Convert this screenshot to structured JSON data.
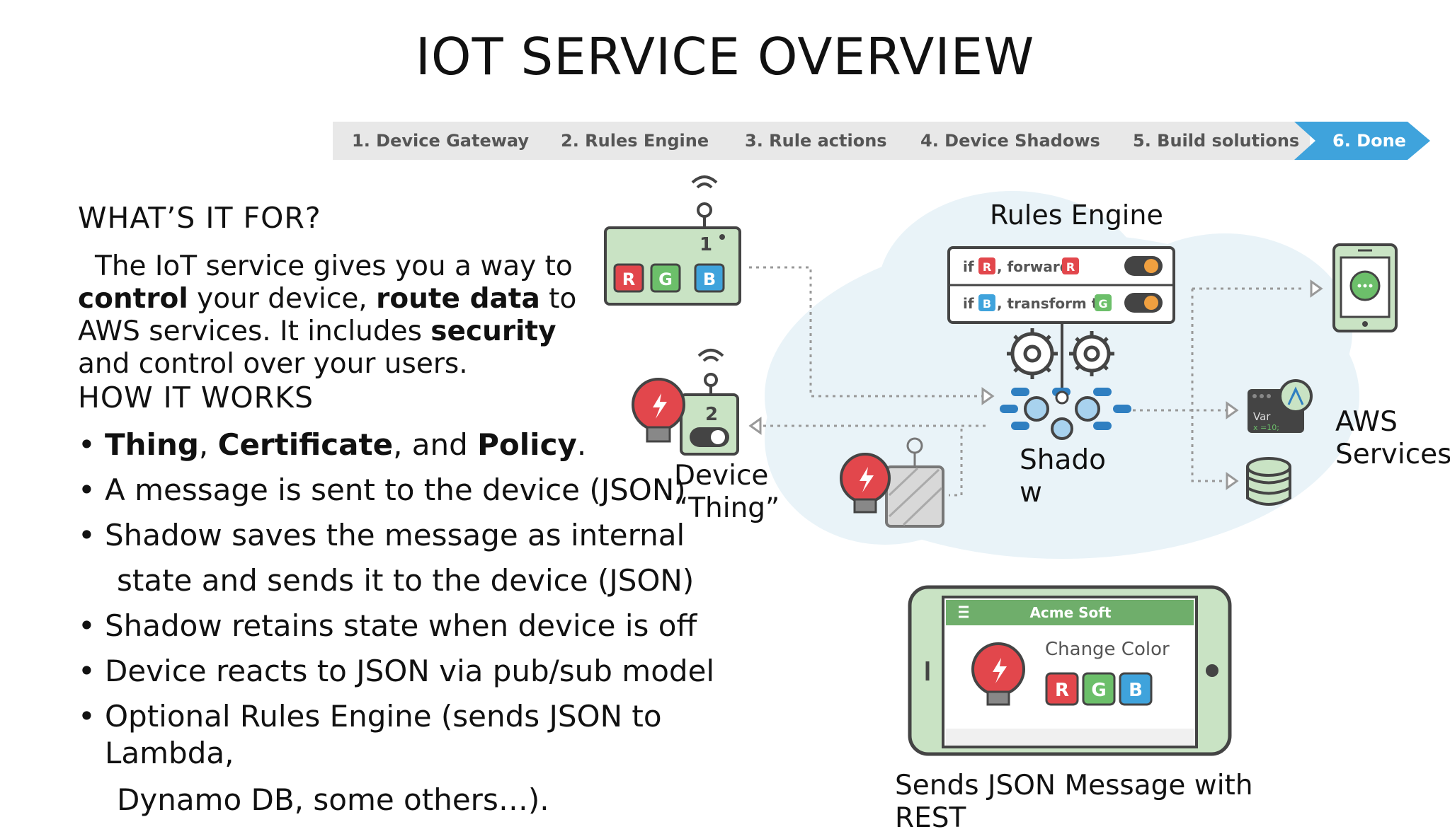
{
  "slide": {
    "title": "IOT SERVICE OVERVIEW"
  },
  "steps": [
    {
      "label": "1. Device Gateway"
    },
    {
      "label": "2. Rules Engine"
    },
    {
      "label": "3. Rule actions"
    },
    {
      "label": "4. Device Shadows"
    },
    {
      "label": "5. Build solutions"
    },
    {
      "label": "6. Done"
    }
  ],
  "left": {
    "what_heading": "WHAT’S IT FOR?",
    "para": {
      "l1": "The IoT service gives you a way to",
      "l2_b1": "control",
      "l2_t1": " your device, ",
      "l2_b2": "route data",
      "l2_t2": " to",
      "l3_t1": "AWS services.  It includes ",
      "l3_b1": "security",
      "l4": "and control over your users."
    },
    "how_heading": "HOW IT WORKS",
    "bullet1": {
      "b1": "Thing",
      "t1": ", ",
      "b2": "Certificate",
      "t2": ", and ",
      "b3": "Policy",
      "t3": "."
    },
    "bullet2": "A message is sent to the device (JSON)",
    "bullet3": "Shadow saves the message as internal",
    "bullet3_cont": "state and sends it to the device (JSON)",
    "bullet4": "Shadow retains state when device is off",
    "bullet5": "Device reacts to JSON via pub/sub model",
    "bullet6": "Optional Rules Engine (sends JSON to",
    "bullet6_cont1": "Lambda,",
    "bullet6_cont2": "Dynamo DB, some others…)."
  },
  "diagram": {
    "rules_engine_label": "Rules Engine",
    "rule1": {
      "if": "if",
      "tag": "R",
      "text": ", forward",
      "tag2": "R"
    },
    "rule2": {
      "if": "if",
      "tag": "B",
      "text": ", transform to",
      "tag2": "G"
    },
    "device1_num": "1",
    "device2_num": "2",
    "device_tags": [
      "R",
      "G",
      "B"
    ],
    "device_thing_l1": "Device",
    "device_thing_l2": "“Thing”",
    "shadow_l1": "Shado",
    "shadow_l2": "w",
    "aws_l1": "AWS",
    "aws_l2": "Services",
    "lambda_var": "Var",
    "lambda_code": "x =10;",
    "phone_app_title": "Acme Soft",
    "phone_change_color": "Change Color",
    "phone_tags": [
      "R",
      "G",
      "B"
    ],
    "sends_json_l1": "Sends JSON Message with",
    "sends_json_l2": "REST"
  },
  "colors": {
    "stepbar_bg": "#e8e8e8",
    "step_active": "#3fa3dc",
    "device_green": "#c9e3c4",
    "outline": "#444444",
    "tag_red": "#e2474c",
    "tag_green": "#6cbf6a",
    "tag_blue": "#3fa3dc",
    "cloud": "#e9f3f8",
    "node_blue": "#2f7fc1",
    "bulb_red": "#e2474c"
  }
}
